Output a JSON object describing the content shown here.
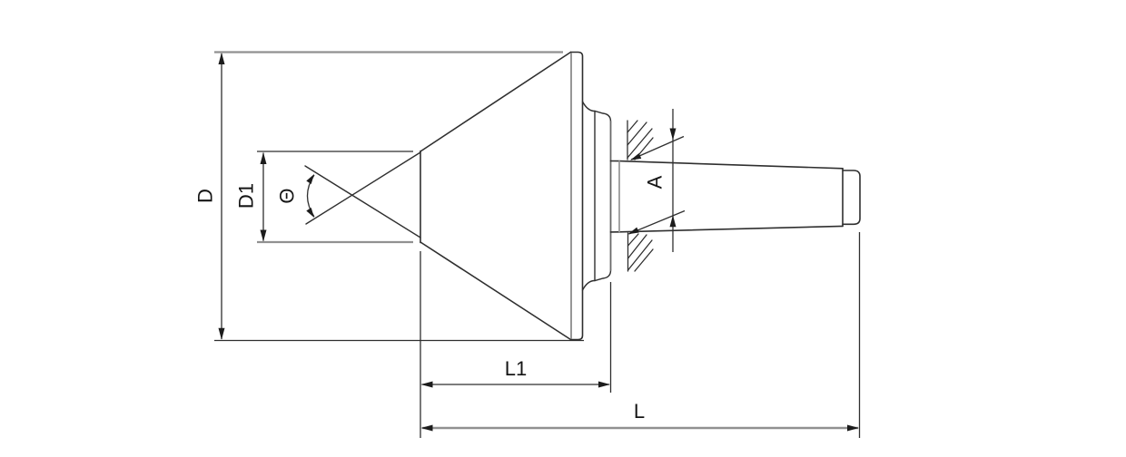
{
  "page": {
    "background": "#ffffff"
  },
  "drawing": {
    "description": "Engineering line drawing of a bull-nose pipe live center with Morse taper shank, side elevation with dimension callouts",
    "dimension_labels": {
      "overall_diameter": "D",
      "inner_diameter": "D1",
      "point_angle": "Θ",
      "taper_diameter": "A",
      "head_length": "L1",
      "overall_length": "L"
    },
    "colors": {
      "main_line": "#2f2f2f",
      "light_line": "#919191",
      "text": "#151515",
      "background": "#ffffff"
    }
  }
}
